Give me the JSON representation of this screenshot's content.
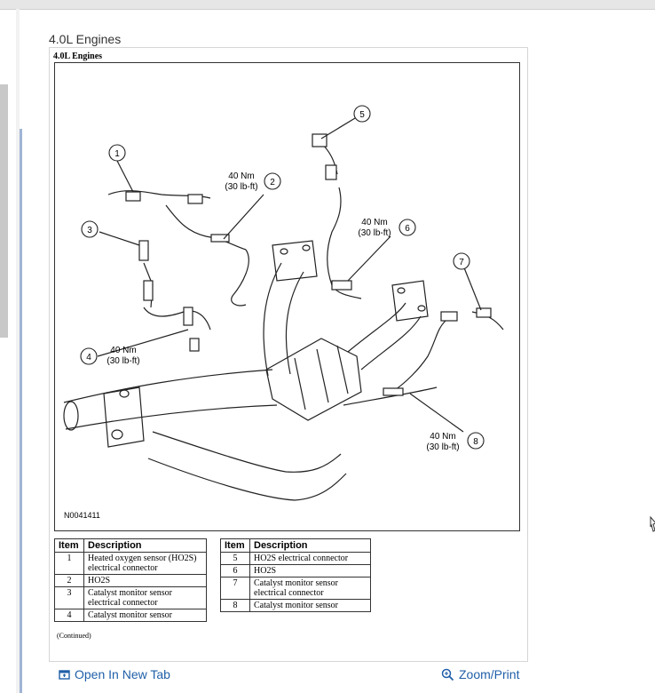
{
  "section_title": "4.0L Engines",
  "figure": {
    "caption": "4.0L Engines",
    "figure_id": "N0041411",
    "callouts": [
      {
        "num": "1"
      },
      {
        "num": "2"
      },
      {
        "num": "3"
      },
      {
        "num": "4"
      },
      {
        "num": "5"
      },
      {
        "num": "6"
      },
      {
        "num": "7"
      },
      {
        "num": "8"
      }
    ],
    "torque_labels": [
      {
        "line1": "40 Nm",
        "line2": "(30 lb-ft)"
      },
      {
        "line1": "40 Nm",
        "line2": "(30 lb-ft)"
      },
      {
        "line1": "40 Nm",
        "line2": "(30 lb-ft)"
      },
      {
        "line1": "40 Nm",
        "line2": "(30 lb-ft)"
      }
    ]
  },
  "tables": {
    "header_item": "Item",
    "header_description": "Description",
    "left": [
      {
        "item": "1",
        "description": "Heated oxygen sensor (HO2S) electrical connector"
      },
      {
        "item": "2",
        "description": "HO2S"
      },
      {
        "item": "3",
        "description": "Catalyst monitor sensor electrical connector"
      },
      {
        "item": "4",
        "description": "Catalyst monitor sensor"
      }
    ],
    "right": [
      {
        "item": "5",
        "description": "HO2S electrical connector"
      },
      {
        "item": "6",
        "description": "HO2S"
      },
      {
        "item": "7",
        "description": "Catalyst monitor sensor electrical connector"
      },
      {
        "item": "8",
        "description": "Catalyst monitor sensor"
      }
    ],
    "continued": "(Continued)"
  },
  "actions": {
    "open_new_tab": "Open In New Tab",
    "zoom_print": "Zoom/Print"
  }
}
